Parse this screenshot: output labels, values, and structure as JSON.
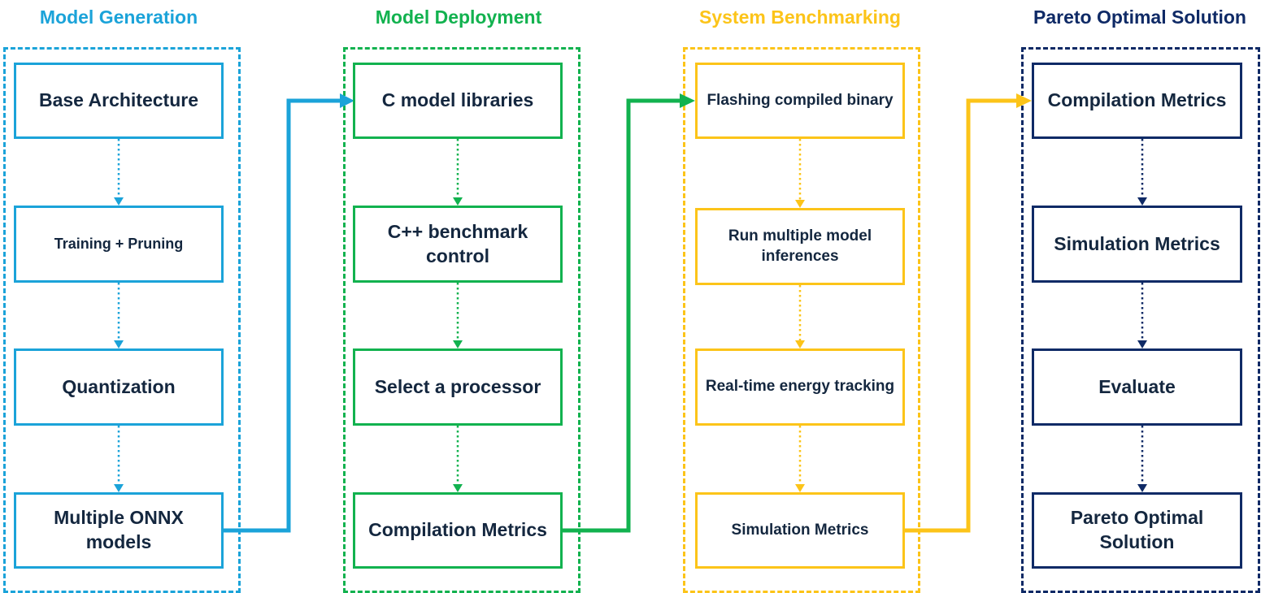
{
  "colors": {
    "generation": "#1ba3d9",
    "deployment": "#12b24f",
    "benchmarking": "#fcc419",
    "pareto": "#0f2a66",
    "text": "#14273f"
  },
  "columns": [
    {
      "title": "Model Generation",
      "steps": [
        "Base Architecture",
        "Training + Pruning",
        "Quantization",
        "Multiple ONNX models"
      ]
    },
    {
      "title": "Model Deployment",
      "steps": [
        "C model libraries",
        "C++ benchmark control",
        "Select a processor",
        "Compilation Metrics"
      ]
    },
    {
      "title": "System Benchmarking",
      "steps": [
        "Flashing compiled binary",
        "Run multiple model inferences",
        "Real-time energy tracking",
        "Simulation Metrics"
      ]
    },
    {
      "title": "Pareto Optimal Solution",
      "steps": [
        "Compilation Metrics",
        "Simulation Metrics",
        "Evaluate",
        "Pareto Optimal Solution"
      ]
    }
  ]
}
